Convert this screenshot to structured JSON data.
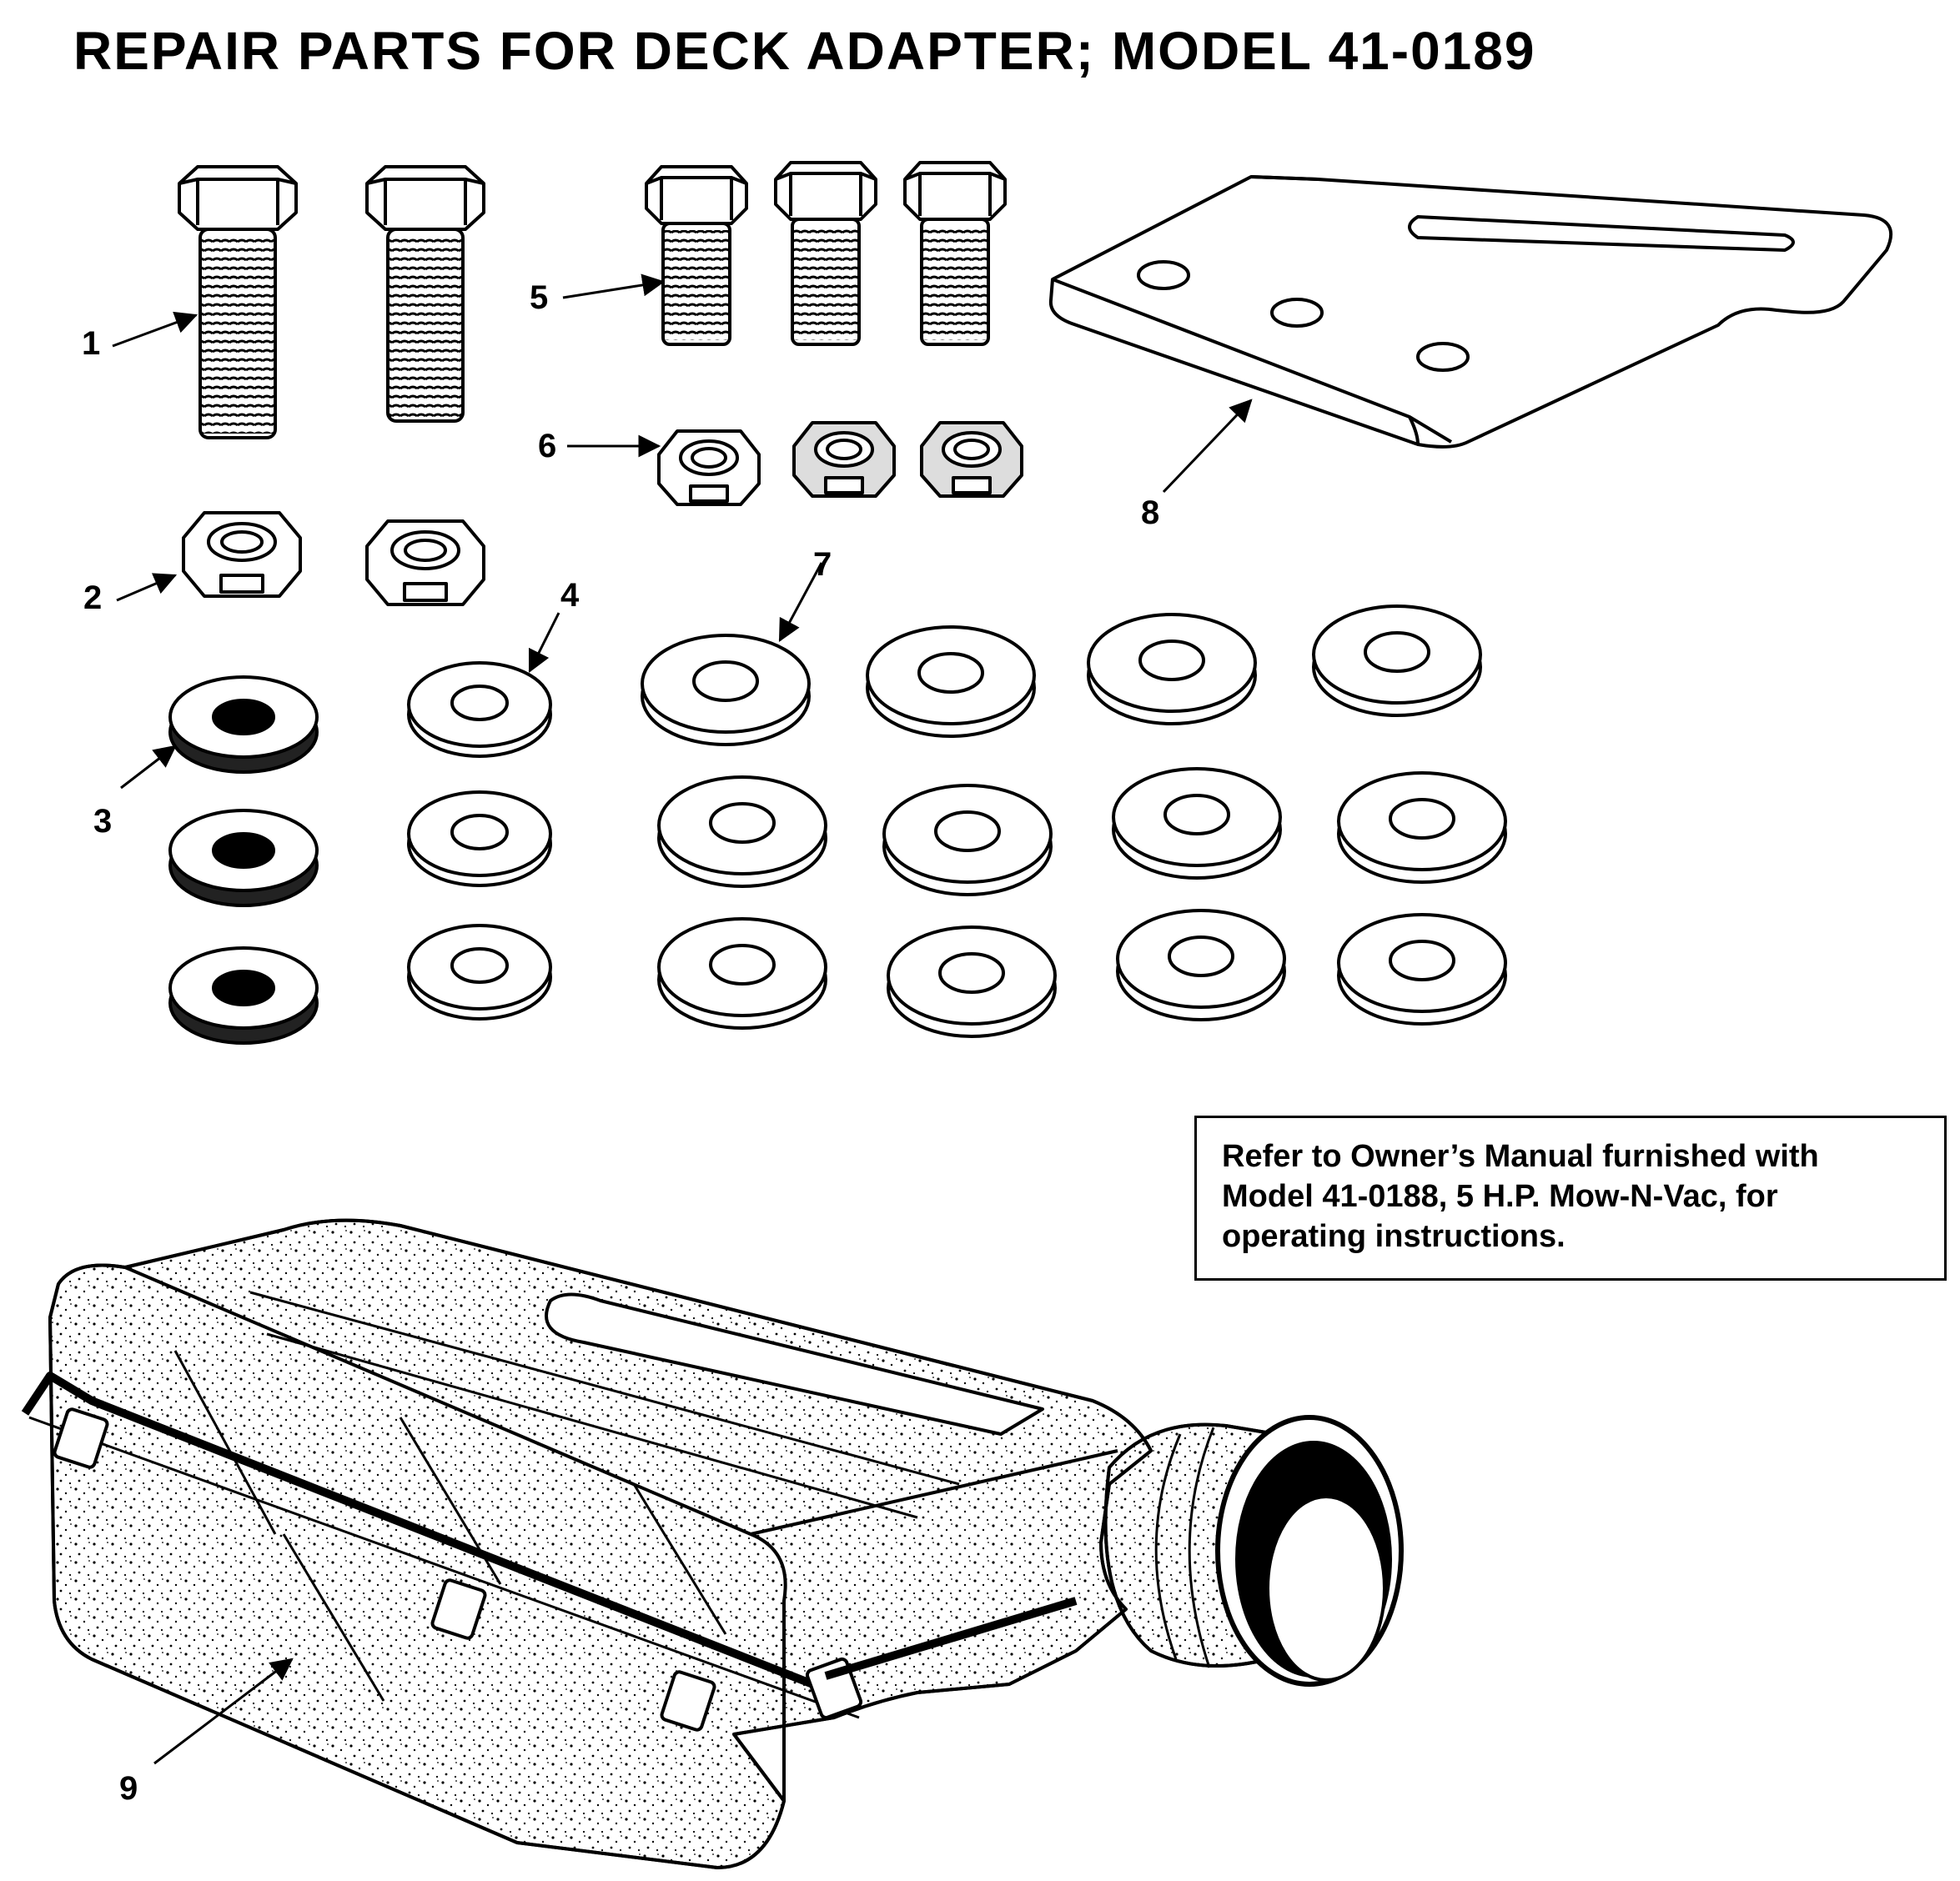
{
  "title": "REPAIR PARTS FOR DECK ADAPTER; MODEL 41-0189",
  "callouts": {
    "c1": "1",
    "c2": "2",
    "c3": "3",
    "c4": "4",
    "c5": "5",
    "c6": "6",
    "c7": "7",
    "c8": "8",
    "c9": "9"
  },
  "note": {
    "line1": "Refer to Owner’s Manual furnished with",
    "line2": "Model 41-0188, 5 H.P. Mow-N-Vac, for",
    "line3": "operating instructions."
  }
}
